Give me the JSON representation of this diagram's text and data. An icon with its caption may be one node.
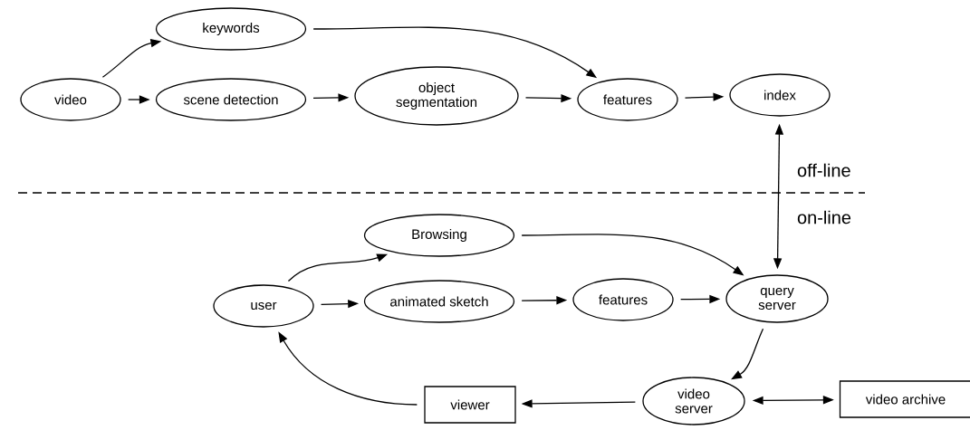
{
  "diagram": {
    "nodes": [
      {
        "text": [
          "video"
        ]
      },
      {
        "text": [
          "keywords"
        ]
      },
      {
        "text": [
          "scene detection"
        ]
      },
      {
        "text": [
          "object segmentation"
        ]
      },
      {
        "text": [
          "features"
        ]
      },
      {
        "text": [
          "index"
        ]
      },
      {
        "text": [
          "Browsing"
        ]
      },
      {
        "text": [
          "user"
        ]
      },
      {
        "text": [
          "animated sketch"
        ]
      },
      {
        "text": [
          "features"
        ]
      },
      {
        "text": [
          "query server"
        ]
      },
      {
        "text": [
          "video server"
        ]
      },
      {
        "text": [
          "viewer"
        ]
      },
      {
        "text": [
          "video archive"
        ]
      }
    ],
    "edges": [
      {
        "from": 0,
        "to": 1,
        "arrow": "to"
      },
      {
        "from": 0,
        "to": 2,
        "arrow": "to"
      },
      {
        "from": 2,
        "to": 3,
        "arrow": "to"
      },
      {
        "from": 3,
        "to": 4,
        "arrow": "to"
      },
      {
        "from": 1,
        "to": 4,
        "arrow": "to"
      },
      {
        "from": 4,
        "to": 5,
        "arrow": "to"
      },
      {
        "from": 5,
        "to": 10,
        "arrow": "both"
      },
      {
        "from": 7,
        "to": 6,
        "arrow": "to"
      },
      {
        "from": 7,
        "to": 8,
        "arrow": "to"
      },
      {
        "from": 8,
        "to": 9,
        "arrow": "to"
      },
      {
        "from": 9,
        "to": 10,
        "arrow": "to"
      },
      {
        "from": 6,
        "to": 10,
        "arrow": "to"
      },
      {
        "from": 10,
        "to": 11,
        "arrow": "to"
      },
      {
        "from": 11,
        "to": 12,
        "arrow": "to"
      },
      {
        "from": 12,
        "to": 7,
        "arrow": "to"
      },
      {
        "from": 11,
        "to": 13,
        "arrow": "both"
      }
    ],
    "labels": [
      "off-line",
      "on-line"
    ]
  }
}
